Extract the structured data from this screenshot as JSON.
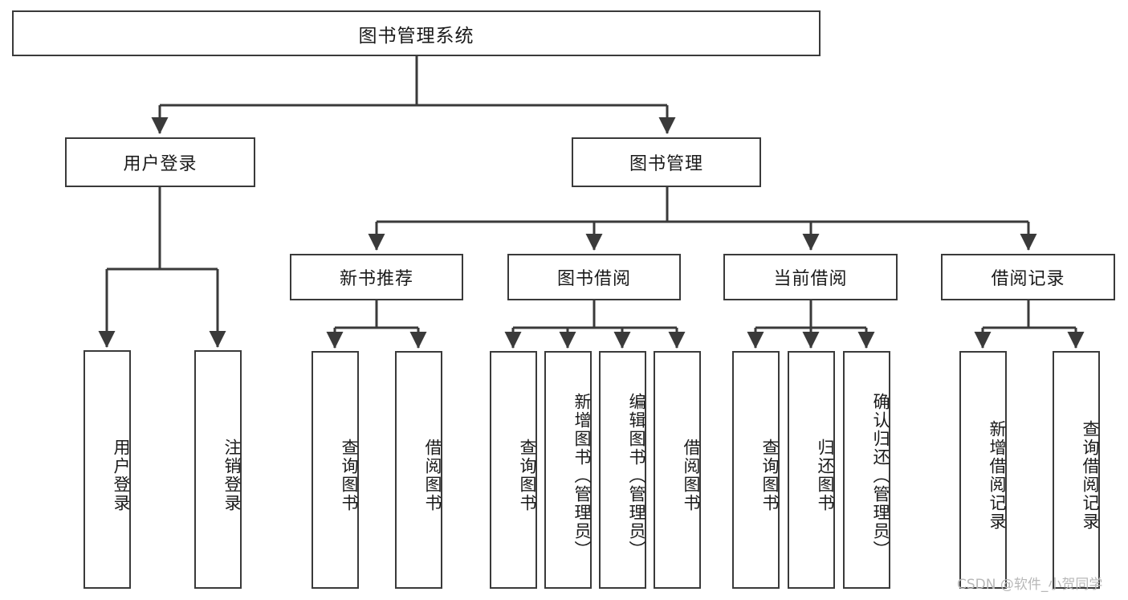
{
  "diagram": {
    "title": "图书管理系统",
    "watermark": "CSDN @软件_小贺同学",
    "colors": {
      "stroke": "#3a3a3a",
      "fill": "#ffffff",
      "text": "#1a1a1a",
      "watermark": "#b8b8b8"
    },
    "root": {
      "label": "图书管理系统"
    },
    "level2": [
      {
        "label": "用户登录"
      },
      {
        "label": "图书管理"
      }
    ],
    "level3": [
      {
        "label": "新书推荐"
      },
      {
        "label": "图书借阅"
      },
      {
        "label": "当前借阅"
      },
      {
        "label": "借阅记录"
      }
    ],
    "leaves": {
      "user_login": [
        {
          "label": "用户登录"
        },
        {
          "label": "注销登录"
        }
      ],
      "new_book": [
        {
          "label": "查询图书"
        },
        {
          "label": "借阅图书"
        }
      ],
      "book_borrow": [
        {
          "label": "查询图书"
        },
        {
          "label": "新增图书（管理员）"
        },
        {
          "label": "编辑图书（管理员）"
        },
        {
          "label": "借阅图书"
        }
      ],
      "current_borrow": [
        {
          "label": "查询图书"
        },
        {
          "label": "归还图书"
        },
        {
          "label": "确认归还（管理员）"
        }
      ],
      "borrow_record": [
        {
          "label": "新增借阅记录"
        },
        {
          "label": "查询借阅记录"
        }
      ]
    }
  }
}
